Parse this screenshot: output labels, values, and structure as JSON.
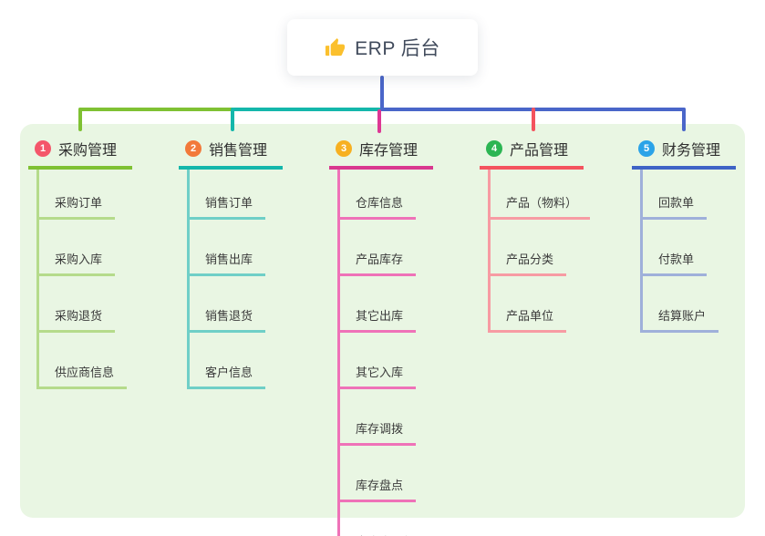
{
  "root": {
    "title": "ERP 后台",
    "icon": "thumbs-up-icon"
  },
  "branches": [
    {
      "badge": "1",
      "label": "采购管理",
      "line_color": "#7fc133",
      "light_line_color": "#b5db8b",
      "badge_color": "#f4566a",
      "children": [
        "采购订单",
        "采购入库",
        "采购退货",
        "供应商信息"
      ]
    },
    {
      "badge": "2",
      "label": "销售管理",
      "line_color": "#14b7ab",
      "light_line_color": "#6fcfc7",
      "badge_color": "#f2793a",
      "children": [
        "销售订单",
        "销售出库",
        "销售退货",
        "客户信息"
      ]
    },
    {
      "badge": "3",
      "label": "库存管理",
      "line_color": "#d9388f",
      "light_line_color": "#ef72b8",
      "badge_color": "#f7b021",
      "children": [
        "仓库信息",
        "产品库存",
        "其它出库",
        "其它入库",
        "库存调拨",
        "库存盘点",
        "出库库明细"
      ]
    },
    {
      "badge": "4",
      "label": "产品管理",
      "line_color": "#f4535e",
      "light_line_color": "#f79ba3",
      "badge_color": "#2cb553",
      "children": [
        "产品（物料）",
        "产品分类",
        "产品单位"
      ]
    },
    {
      "badge": "5",
      "label": "财务管理",
      "line_color": "#3f63c6",
      "light_line_color": "#9fb0da",
      "badge_color": "#2ba3e8",
      "children": [
        "回款单",
        "付款单",
        "结算账户"
      ]
    }
  ],
  "colors": {
    "canvas_bg": "#ffffff",
    "panel_bg": "#e9f6e3",
    "root_connector": "#4a66c9",
    "thumb_icon": "#fbc02d"
  }
}
